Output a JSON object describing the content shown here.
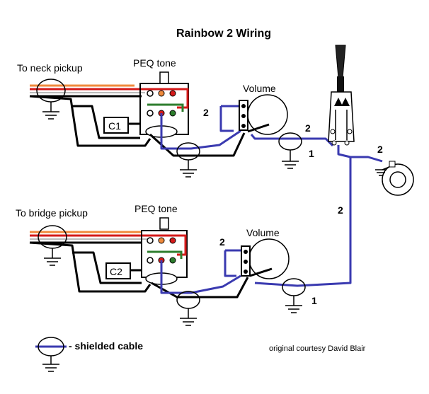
{
  "title": "Rainbow 2 Wiring",
  "neck_section": {
    "pickup_label": "To neck pickup",
    "tone_label": "PEQ tone",
    "volume_label": "Volume",
    "cap_label": "C1",
    "wire_labels": [
      "2",
      "2",
      "1"
    ]
  },
  "bridge_section": {
    "pickup_label": "To bridge pickup",
    "tone_label": "PEQ tone",
    "volume_label": "Volume",
    "cap_label": "C2",
    "wire_labels": [
      "2",
      "1"
    ]
  },
  "output": {
    "wire_labels": [
      "2",
      "2"
    ]
  },
  "legend": {
    "label": "- shielded cable"
  },
  "credit": "original courtesy David Blair",
  "colors": {
    "shielded": "#3a3ab0",
    "red": "#d41a1a",
    "orange": "#f08a3c",
    "green": "#2d7d2d"
  }
}
